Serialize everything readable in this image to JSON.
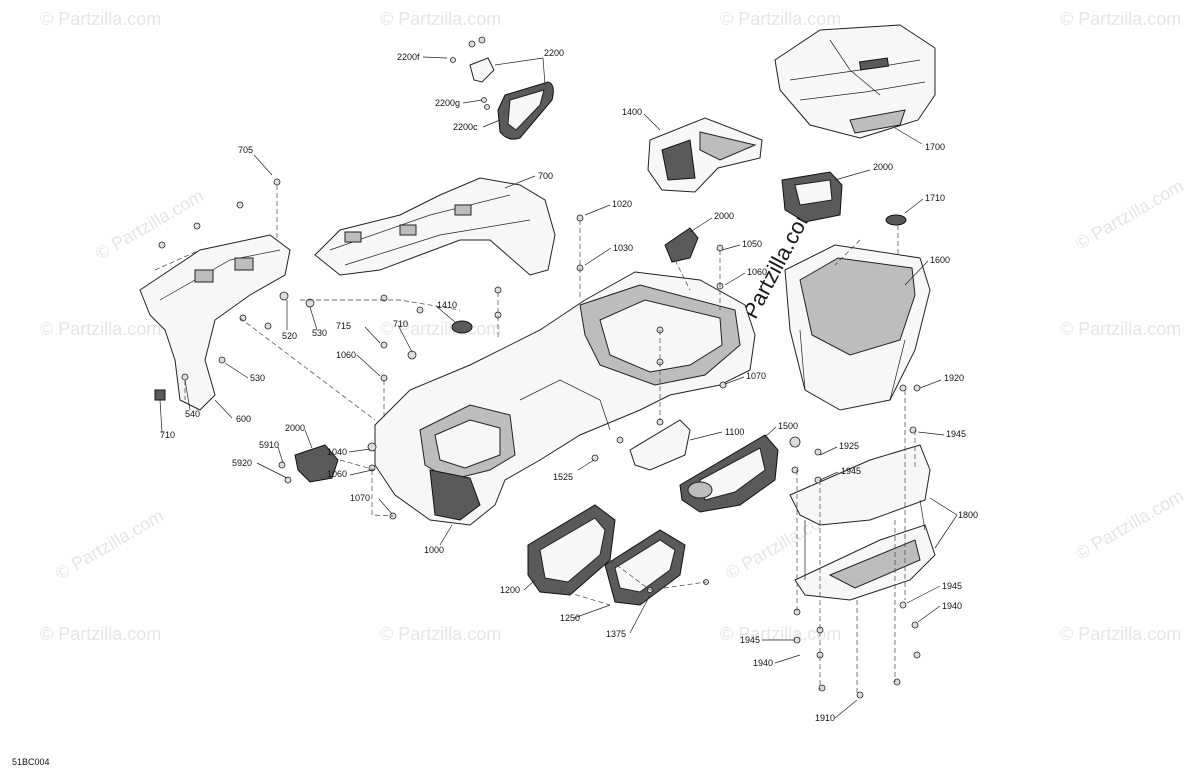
{
  "watermark": "© Partzilla.com",
  "diagram_code": "51BC004",
  "part_labels": [
    "2200f",
    "2200",
    "2200g",
    "2200c",
    "1400",
    "1700",
    "705",
    "700",
    "2000",
    "1710",
    "1020",
    "1030",
    "2000",
    "1050",
    "1060",
    "1600",
    "1410",
    "520",
    "530",
    "715",
    "710",
    "1060",
    "530",
    "540",
    "600",
    "710",
    "1070",
    "1920",
    "1945",
    "1040",
    "1100",
    "1500",
    "2000",
    "1060",
    "1925",
    "1945",
    "5910",
    "5920",
    "1525",
    "1070",
    "1800",
    "1000",
    "1200",
    "1250",
    "1375",
    "1945",
    "1940",
    "1945",
    "1940",
    "1910"
  ]
}
